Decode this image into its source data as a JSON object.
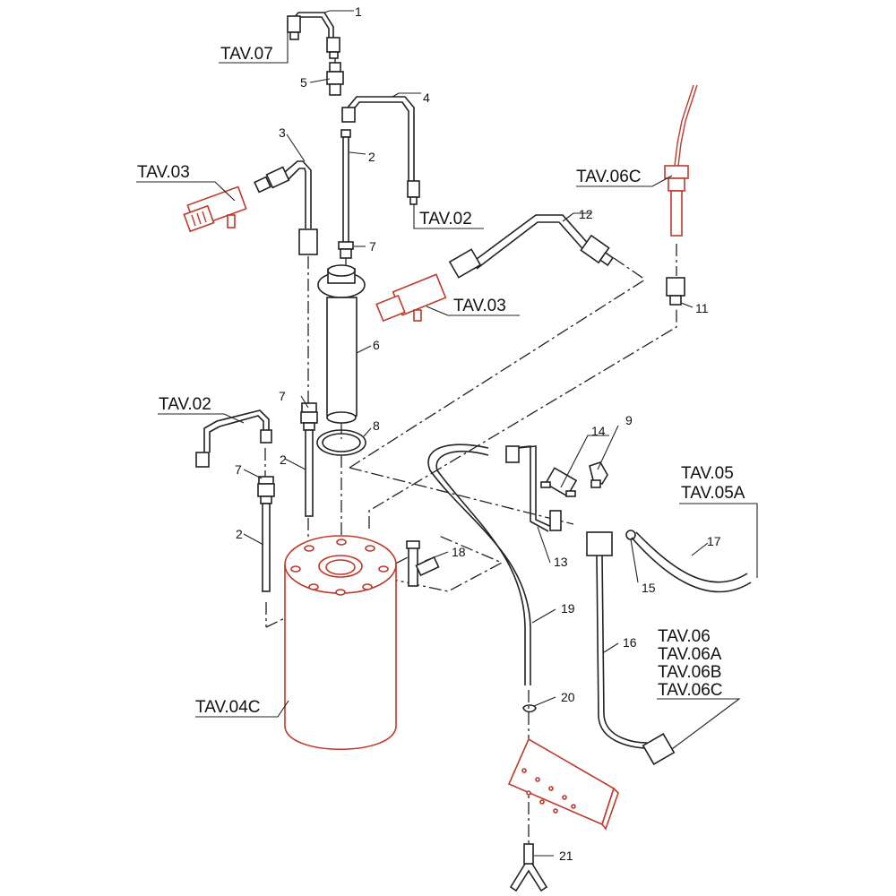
{
  "callouts": [
    {
      "id": "c1",
      "text": "1"
    },
    {
      "id": "c2a",
      "text": "2"
    },
    {
      "id": "c2b",
      "text": "2"
    },
    {
      "id": "c2c",
      "text": "2"
    },
    {
      "id": "c3",
      "text": "3"
    },
    {
      "id": "c4",
      "text": "4"
    },
    {
      "id": "c5",
      "text": "5"
    },
    {
      "id": "c6",
      "text": "6"
    },
    {
      "id": "c7a",
      "text": "7"
    },
    {
      "id": "c7b",
      "text": "7"
    },
    {
      "id": "c7c",
      "text": "7"
    },
    {
      "id": "c8",
      "text": "8"
    },
    {
      "id": "c9",
      "text": "9"
    },
    {
      "id": "c11",
      "text": "11"
    },
    {
      "id": "c12",
      "text": "12"
    },
    {
      "id": "c13",
      "text": "13"
    },
    {
      "id": "c14",
      "text": "14"
    },
    {
      "id": "c15",
      "text": "15"
    },
    {
      "id": "c16",
      "text": "16"
    },
    {
      "id": "c17",
      "text": "17"
    },
    {
      "id": "c18",
      "text": "18"
    },
    {
      "id": "c19",
      "text": "19"
    },
    {
      "id": "c20",
      "text": "20"
    },
    {
      "id": "c21",
      "text": "21"
    }
  ],
  "references": {
    "tav07": "TAV.07",
    "tav03_top": "TAV.03",
    "tav02_top": "TAV.02",
    "tav06c_top": "TAV.06C",
    "tav03_mid": "TAV.03",
    "tav02_left": "TAV.02",
    "tav05": "TAV.05",
    "tav05a": "TAV.05A",
    "tav06": "TAV.06",
    "tav06a": "TAV.06A",
    "tav06b": "TAV.06B",
    "tav06c_bottom": "TAV.06C",
    "tav04c": "TAV.04C"
  },
  "colors": {
    "line": "#222222",
    "highlight": "#c0392b",
    "background": "#ffffff"
  }
}
